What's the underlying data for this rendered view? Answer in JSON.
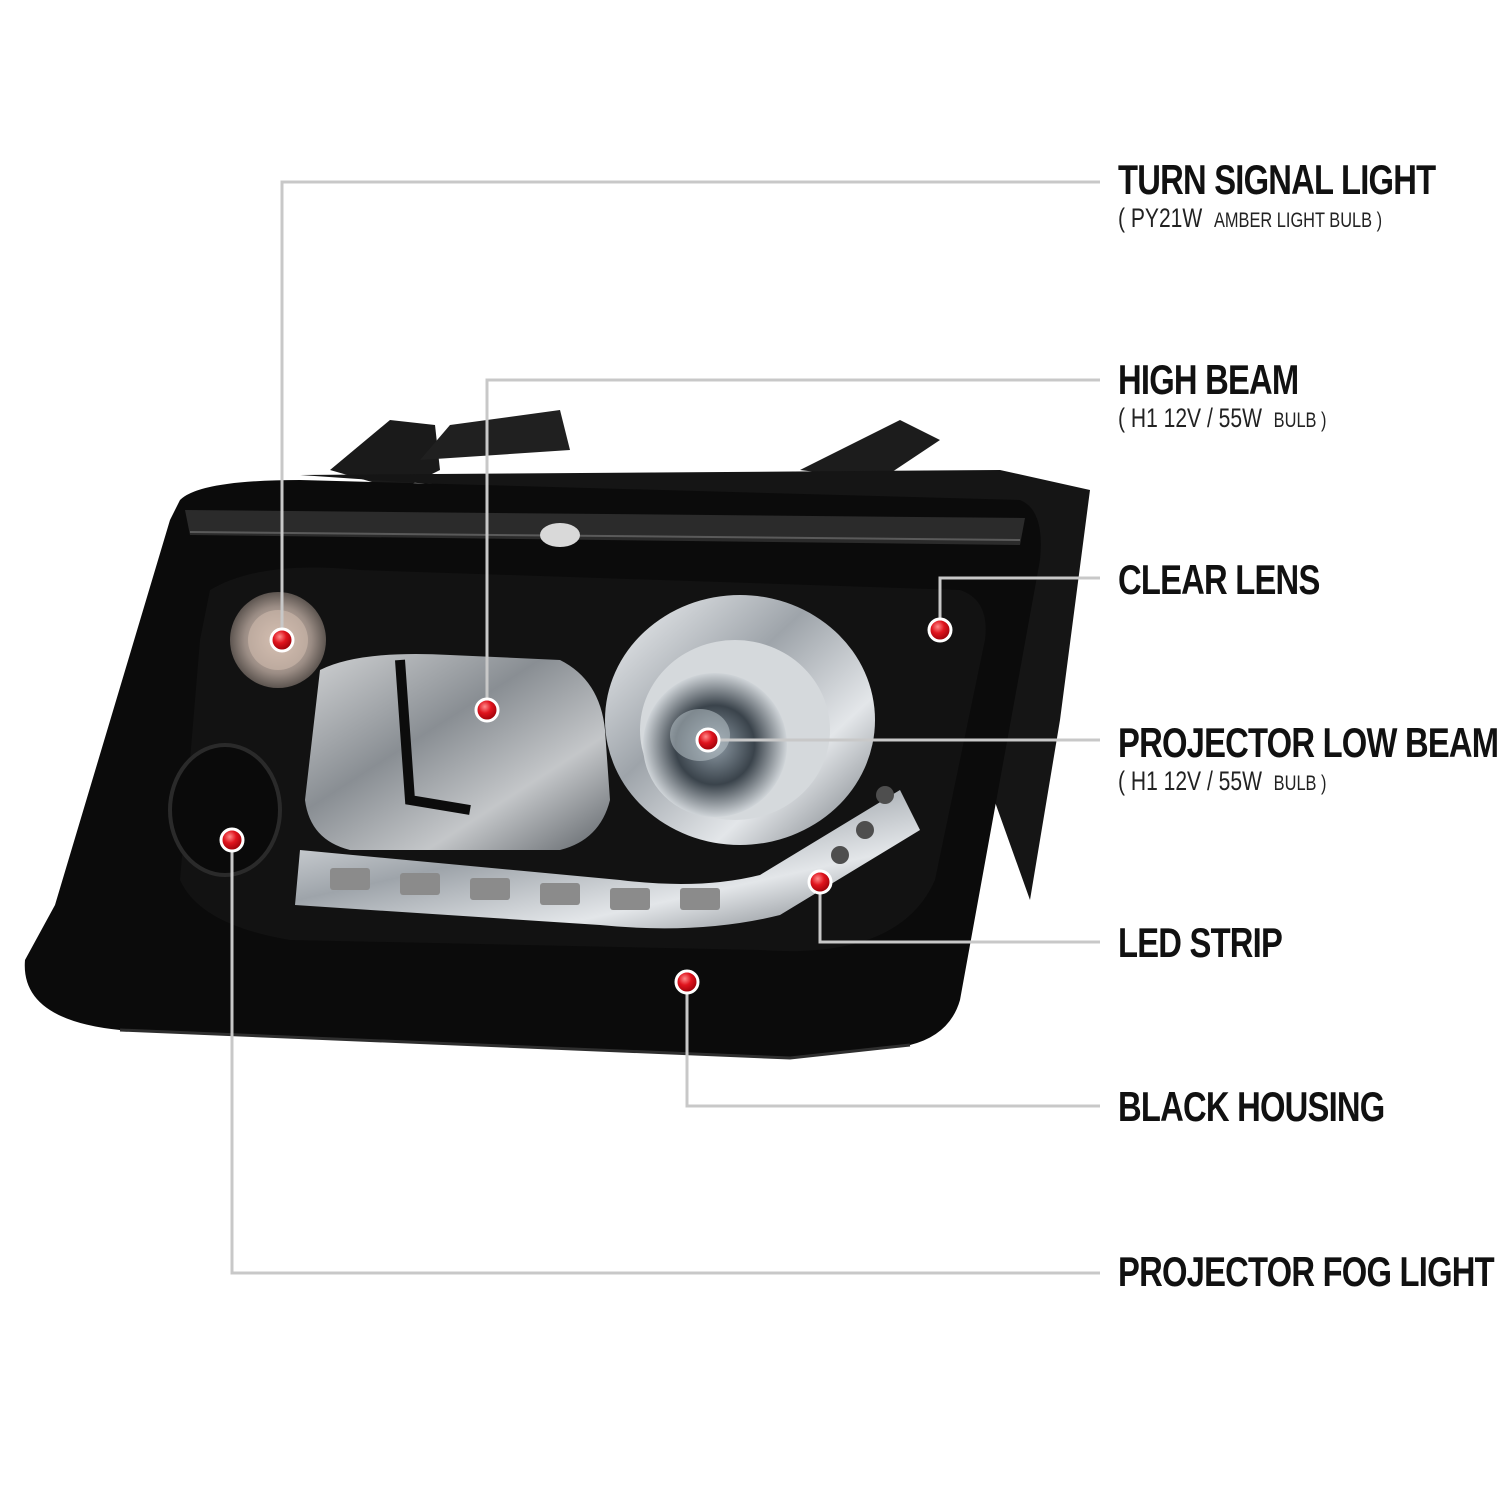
{
  "callouts": [
    {
      "id": "turn-signal",
      "title": "TURN SIGNAL LIGHT",
      "sub_main": "( PY21W",
      "sub_detail": "AMBER LIGHT BULB )"
    },
    {
      "id": "high-beam",
      "title": "HIGH BEAM",
      "sub_main": "( H1  12V / 55W",
      "sub_detail": "BULB )"
    },
    {
      "id": "clear-lens",
      "title": "CLEAR LENS",
      "sub_main": "",
      "sub_detail": ""
    },
    {
      "id": "projector-low-beam",
      "title": "PROJECTOR LOW BEAM",
      "sub_main": "( H1  12V / 55W",
      "sub_detail": "BULB )"
    },
    {
      "id": "led-strip",
      "title": "LED STRIP",
      "sub_main": "",
      "sub_detail": ""
    },
    {
      "id": "black-housing",
      "title": "BLACK HOUSING",
      "sub_main": "",
      "sub_detail": ""
    },
    {
      "id": "projector-fog-light",
      "title": "PROJECTOR FOG LIGHT",
      "sub_main": "",
      "sub_detail": ""
    }
  ],
  "colors": {
    "marker": "#e0141e",
    "leader_line": "#c8c8c8",
    "housing": "#0b0b0b",
    "chrome": "#bfc3c7"
  }
}
